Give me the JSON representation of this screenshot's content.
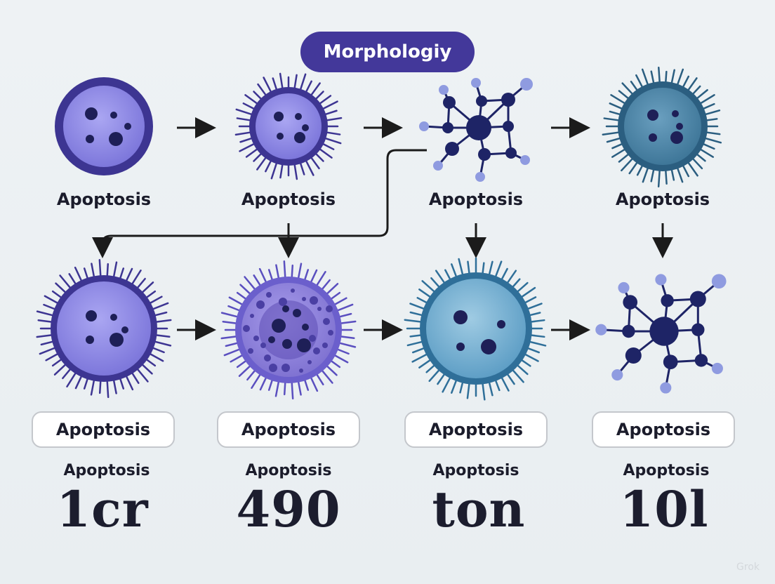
{
  "title": "Morphologiy",
  "top_row": [
    {
      "label": "Apoptosis",
      "kind": "cell-plain",
      "color": "purple"
    },
    {
      "label": "Apoptosis",
      "kind": "cell-spiky",
      "color": "purple"
    },
    {
      "label": "Apoptosis",
      "kind": "molecule",
      "color": "navy"
    },
    {
      "label": "Apoptosis",
      "kind": "cell-spiky",
      "color": "teal"
    }
  ],
  "bottom_row": [
    {
      "pill": "Apoptosis",
      "sub": "Apoptosis",
      "value": "1cr",
      "kind": "cell-spiky",
      "color": "purple"
    },
    {
      "pill": "Apoptosis",
      "sub": "Apoptosis",
      "value": "490",
      "kind": "cell-granular",
      "color": "lavender"
    },
    {
      "pill": "Apoptosis",
      "sub": "Apoptosis",
      "value": "ton",
      "kind": "cell-spiky",
      "color": "blue"
    },
    {
      "pill": "Apoptosis",
      "sub": "Apoptosis",
      "value": "10l",
      "kind": "molecule",
      "color": "navy"
    }
  ],
  "watermark": "Grok",
  "colors": {
    "title_bg": "#43389a",
    "purple_outer": "#3d3592",
    "purple_inner": "#8f8ae6",
    "lavender": "#8b7ed8",
    "teal_outer": "#2b5e80",
    "teal_inner": "#4f88aa",
    "blue_outer": "#2f6f99",
    "blue_inner": "#7ab3d3",
    "navy": "#1e2466",
    "arrow": "#1b1b1b"
  }
}
